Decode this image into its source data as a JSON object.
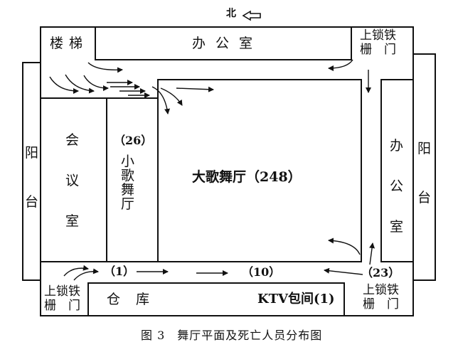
{
  "north": "北",
  "rooms": {
    "stairs": "楼梯",
    "office_top": "办公室",
    "locked_gate_tr_1": "上锁铁",
    "locked_gate_tr_2": "栅　门",
    "balcony_left": [
      "阳",
      "台"
    ],
    "balcony_right": [
      "阳",
      "台"
    ],
    "meeting_room": [
      "会",
      "议",
      "室"
    ],
    "small_hall_count": "（26）",
    "small_hall": [
      "小",
      "歌",
      "舞",
      "厅"
    ],
    "main_hall": "大歌舞厅（248）",
    "office_right": [
      "办",
      "公",
      "室"
    ],
    "corridor_count_1": "（1）",
    "corridor_count_10": "（10）",
    "corridor_count_23": "（23）",
    "locked_gate_bl_1": "上锁铁",
    "locked_gate_bl_2": "栅　门",
    "warehouse": "仓 库",
    "ktv": "KTV包间(1)",
    "locked_gate_br_1": "上锁铁",
    "locked_gate_br_2": "栅　门"
  },
  "caption": "图 3　舞厅平面及死亡人员分布图"
}
